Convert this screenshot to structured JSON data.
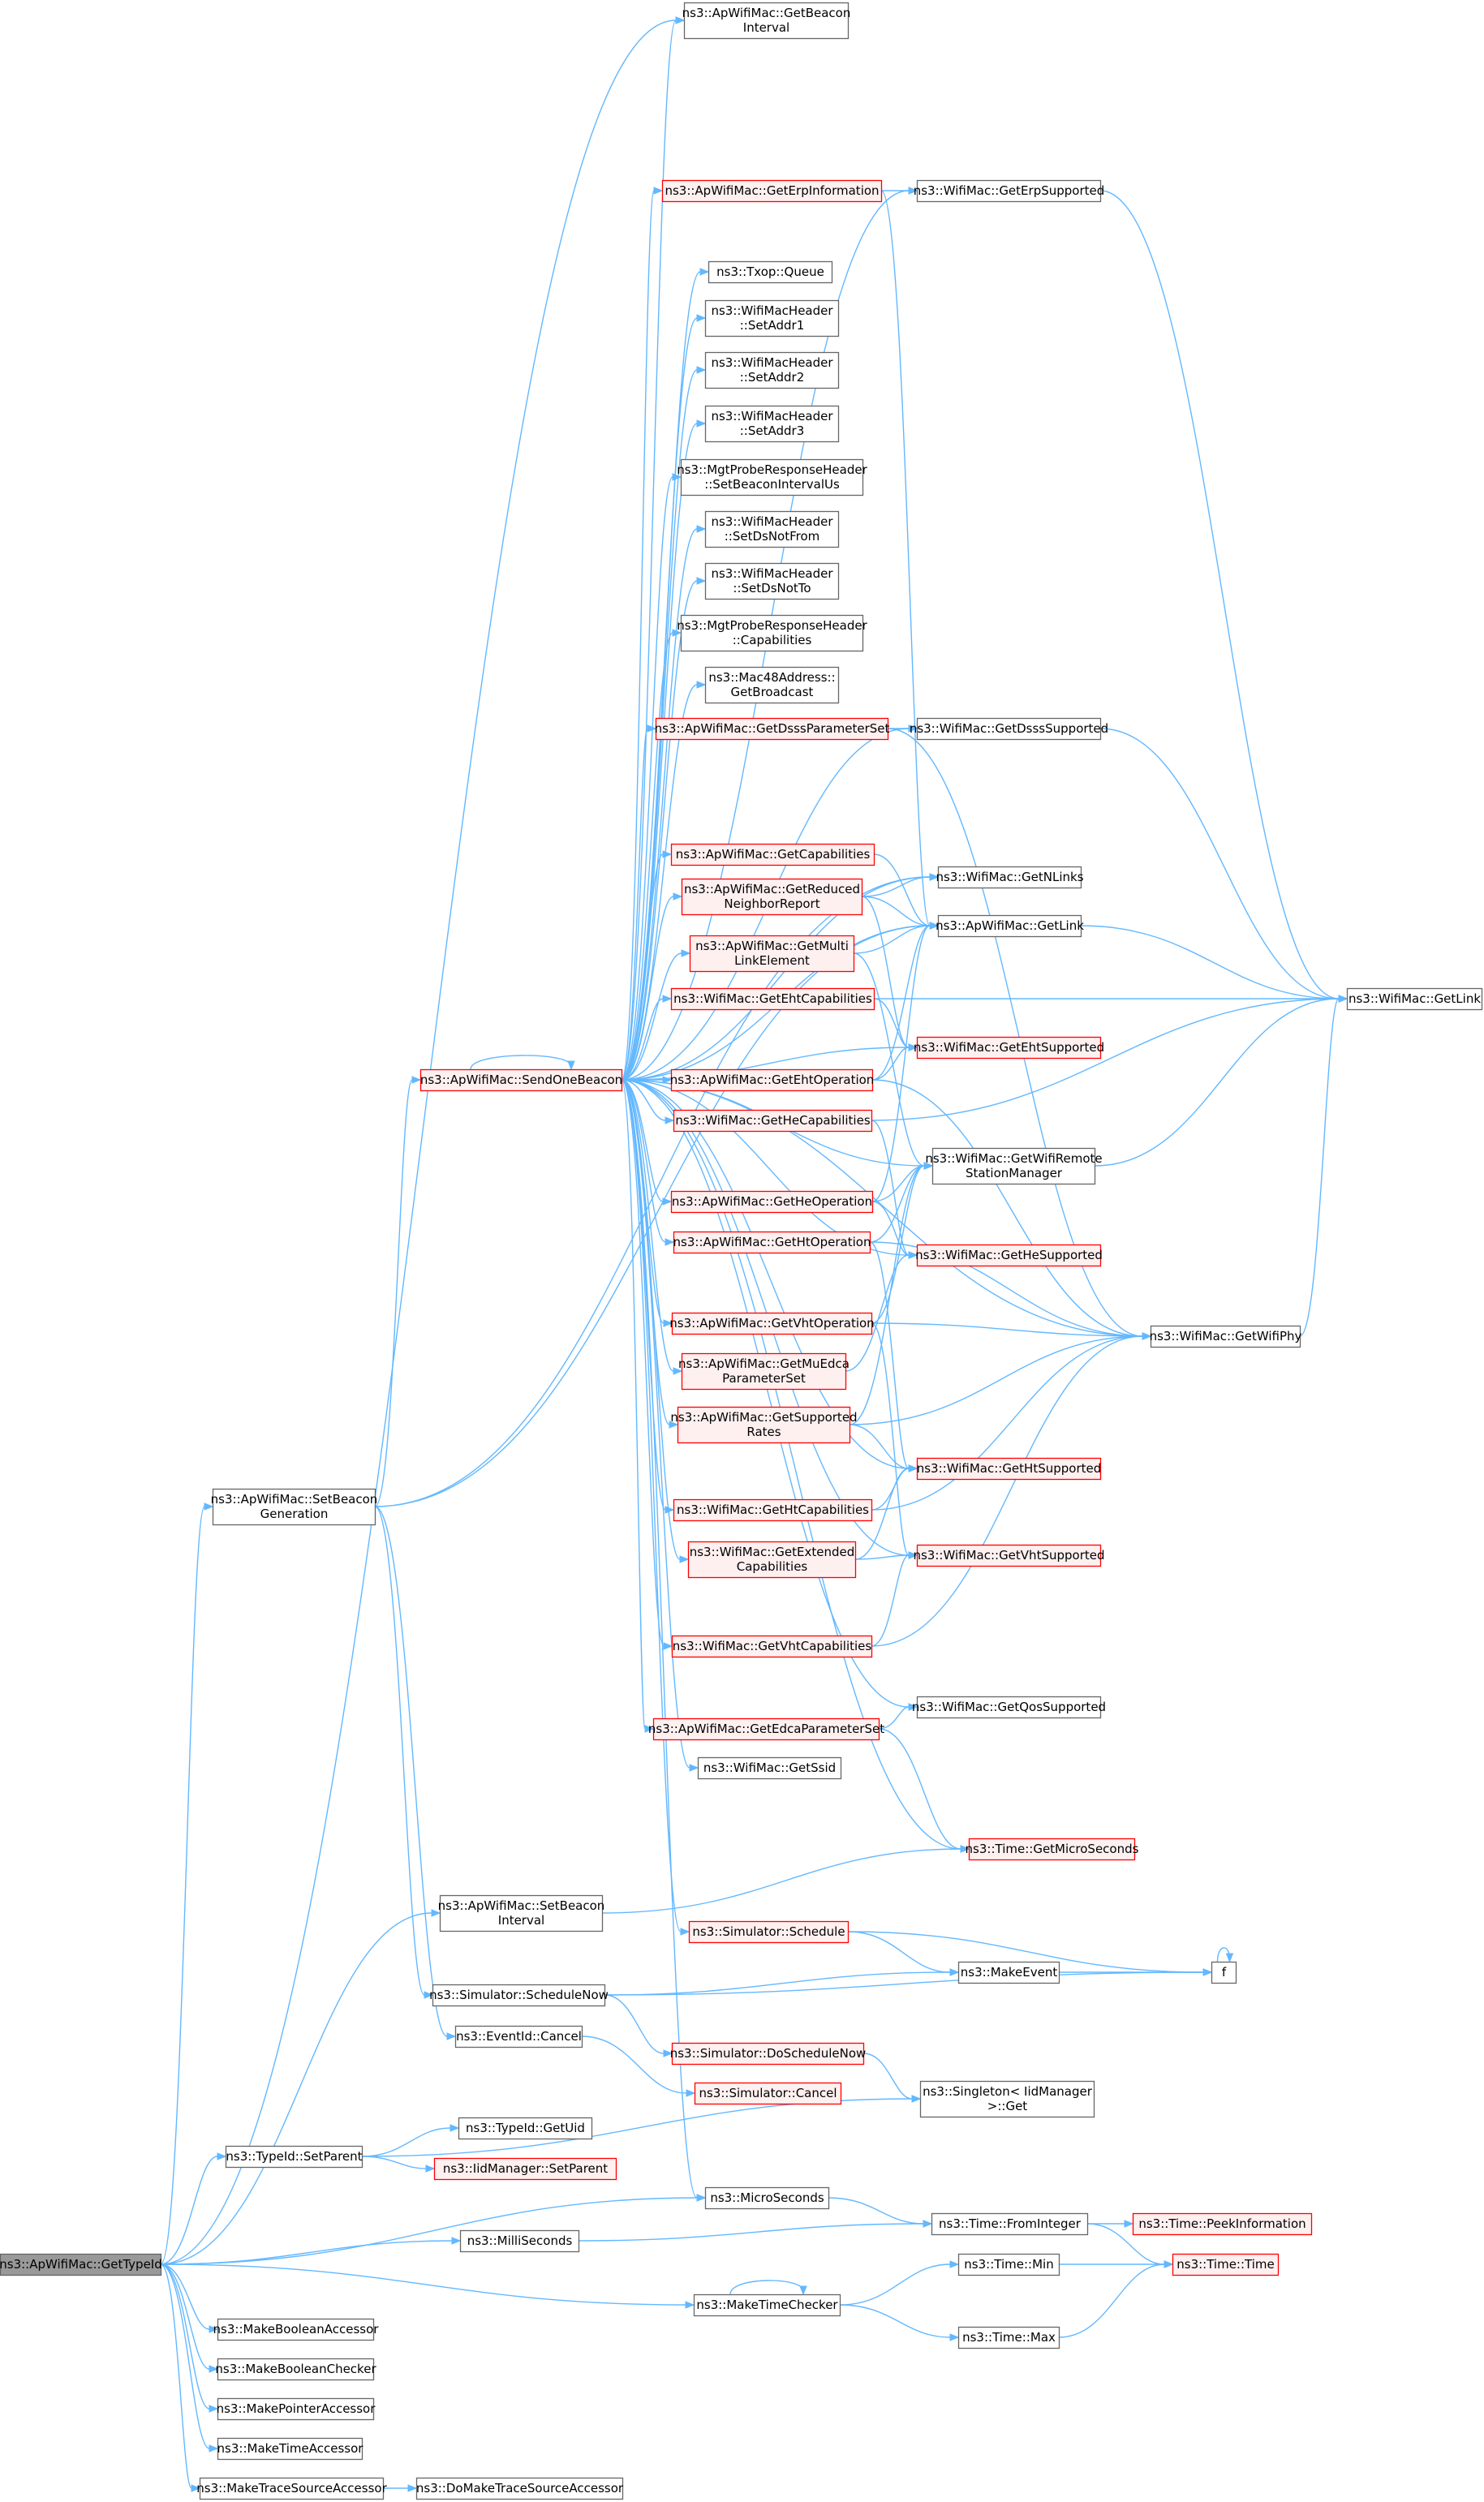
{
  "nodes": [
    {
      "id": "root",
      "lines": [
        "ns3::ApWifiMac::GetTypeId"
      ],
      "style": "root"
    },
    {
      "id": "getBeaconInterval",
      "lines": [
        "ns3::ApWifiMac::GetBeacon",
        "Interval"
      ],
      "style": "normal"
    },
    {
      "id": "getErpInfo",
      "lines": [
        "ns3::ApWifiMac::GetErpInformation"
      ],
      "style": "red"
    },
    {
      "id": "getErpSupported",
      "lines": [
        "ns3::WifiMac::GetErpSupported"
      ],
      "style": "normal"
    },
    {
      "id": "txopQueue",
      "lines": [
        "ns3::Txop::Queue"
      ],
      "style": "normal"
    },
    {
      "id": "setAddr1",
      "lines": [
        "ns3::WifiMacHeader",
        "::SetAddr1"
      ],
      "style": "normal"
    },
    {
      "id": "setAddr2",
      "lines": [
        "ns3::WifiMacHeader",
        "::SetAddr2"
      ],
      "style": "normal"
    },
    {
      "id": "setAddr3",
      "lines": [
        "ns3::WifiMacHeader",
        "::SetAddr3"
      ],
      "style": "normal"
    },
    {
      "id": "setBeaconIntervalUs",
      "lines": [
        "ns3::MgtProbeResponseHeader",
        "::SetBeaconIntervalUs"
      ],
      "style": "normal"
    },
    {
      "id": "setDsNotFrom",
      "lines": [
        "ns3::WifiMacHeader",
        "::SetDsNotFrom"
      ],
      "style": "normal"
    },
    {
      "id": "setDsNotTo",
      "lines": [
        "ns3::WifiMacHeader",
        "::SetDsNotTo"
      ],
      "style": "normal"
    },
    {
      "id": "capabilities",
      "lines": [
        "ns3::MgtProbeResponseHeader",
        "::Capabilities"
      ],
      "style": "normal"
    },
    {
      "id": "getBroadcast",
      "lines": [
        "ns3::Mac48Address::",
        "GetBroadcast"
      ],
      "style": "normal"
    },
    {
      "id": "getDsssParam",
      "lines": [
        "ns3::ApWifiMac::GetDsssParameterSet"
      ],
      "style": "red"
    },
    {
      "id": "getDsssSupported",
      "lines": [
        "ns3::WifiMac::GetDsssSupported"
      ],
      "style": "normal"
    },
    {
      "id": "getCapabilities",
      "lines": [
        "ns3::ApWifiMac::GetCapabilities"
      ],
      "style": "red"
    },
    {
      "id": "getNLinks",
      "lines": [
        "ns3::WifiMac::GetNLinks"
      ],
      "style": "normal"
    },
    {
      "id": "getReducedNR",
      "lines": [
        "ns3::ApWifiMac::GetReduced",
        "NeighborReport"
      ],
      "style": "red"
    },
    {
      "id": "apGetLink",
      "lines": [
        "ns3::ApWifiMac::GetLink"
      ],
      "style": "normal"
    },
    {
      "id": "getMultiLink",
      "lines": [
        "ns3::ApWifiMac::GetMulti",
        "LinkElement"
      ],
      "style": "red"
    },
    {
      "id": "getEhtCap",
      "lines": [
        "ns3::WifiMac::GetEhtCapabilities"
      ],
      "style": "red"
    },
    {
      "id": "wifiGetLink",
      "lines": [
        "ns3::WifiMac::GetLink"
      ],
      "style": "normal"
    },
    {
      "id": "getEhtSupported",
      "lines": [
        "ns3::WifiMac::GetEhtSupported"
      ],
      "style": "red"
    },
    {
      "id": "sendOneBeacon",
      "lines": [
        "ns3::ApWifiMac::SendOneBeacon"
      ],
      "style": "red"
    },
    {
      "id": "getEhtOp",
      "lines": [
        "ns3::ApWifiMac::GetEhtOperation"
      ],
      "style": "red"
    },
    {
      "id": "getHeCap",
      "lines": [
        "ns3::WifiMac::GetHeCapabilities"
      ],
      "style": "red"
    },
    {
      "id": "getWifiRSM",
      "lines": [
        "ns3::WifiMac::GetWifiRemote",
        "StationManager"
      ],
      "style": "normal"
    },
    {
      "id": "getHeOp",
      "lines": [
        "ns3::ApWifiMac::GetHeOperation"
      ],
      "style": "red"
    },
    {
      "id": "getHtOp",
      "lines": [
        "ns3::ApWifiMac::GetHtOperation"
      ],
      "style": "red"
    },
    {
      "id": "getHeSupported",
      "lines": [
        "ns3::WifiMac::GetHeSupported"
      ],
      "style": "red"
    },
    {
      "id": "getVhtOp",
      "lines": [
        "ns3::ApWifiMac::GetVhtOperation"
      ],
      "style": "red"
    },
    {
      "id": "getWifiPhy",
      "lines": [
        "ns3::WifiMac::GetWifiPhy"
      ],
      "style": "normal"
    },
    {
      "id": "getMuEdca",
      "lines": [
        "ns3::ApWifiMac::GetMuEdca",
        "ParameterSet"
      ],
      "style": "red"
    },
    {
      "id": "getSupportedRates",
      "lines": [
        "ns3::ApWifiMac::GetSupported",
        "Rates"
      ],
      "style": "red"
    },
    {
      "id": "setBeaconGen",
      "lines": [
        "ns3::ApWifiMac::SetBeacon",
        "Generation"
      ],
      "style": "normal"
    },
    {
      "id": "getHtSupported",
      "lines": [
        "ns3::WifiMac::GetHtSupported"
      ],
      "style": "red"
    },
    {
      "id": "getHtCap",
      "lines": [
        "ns3::WifiMac::GetHtCapabilities"
      ],
      "style": "red"
    },
    {
      "id": "getExtCap",
      "lines": [
        "ns3::WifiMac::GetExtended",
        "Capabilities"
      ],
      "style": "red"
    },
    {
      "id": "getVhtSupported",
      "lines": [
        "ns3::WifiMac::GetVhtSupported"
      ],
      "style": "red"
    },
    {
      "id": "getVhtCap",
      "lines": [
        "ns3::WifiMac::GetVhtCapabilities"
      ],
      "style": "red"
    },
    {
      "id": "getQosSupported",
      "lines": [
        "ns3::WifiMac::GetQosSupported"
      ],
      "style": "normal"
    },
    {
      "id": "getEdcaParam",
      "lines": [
        "ns3::ApWifiMac::GetEdcaParameterSet"
      ],
      "style": "red"
    },
    {
      "id": "getSsid",
      "lines": [
        "ns3::WifiMac::GetSsid"
      ],
      "style": "normal"
    },
    {
      "id": "getMicroSeconds",
      "lines": [
        "ns3::Time::GetMicroSeconds"
      ],
      "style": "red"
    },
    {
      "id": "setBeaconInterval",
      "lines": [
        "ns3::ApWifiMac::SetBeacon",
        "Interval"
      ],
      "style": "normal"
    },
    {
      "id": "simSchedule",
      "lines": [
        "ns3::Simulator::Schedule"
      ],
      "style": "red"
    },
    {
      "id": "makeEvent",
      "lines": [
        "ns3::MakeEvent"
      ],
      "style": "normal"
    },
    {
      "id": "f",
      "lines": [
        "f"
      ],
      "style": "normal"
    },
    {
      "id": "simScheduleNow",
      "lines": [
        "ns3::Simulator::ScheduleNow"
      ],
      "style": "normal"
    },
    {
      "id": "simDoScheduleNow",
      "lines": [
        "ns3::Simulator::DoScheduleNow"
      ],
      "style": "red"
    },
    {
      "id": "eventCancel",
      "lines": [
        "ns3::EventId::Cancel"
      ],
      "style": "normal"
    },
    {
      "id": "singletonGet",
      "lines": [
        "ns3::Singleton< IidManager",
        ">::Get"
      ],
      "style": "normal"
    },
    {
      "id": "simCancel",
      "lines": [
        "ns3::Simulator::Cancel"
      ],
      "style": "red"
    },
    {
      "id": "typeIdGetUid",
      "lines": [
        "ns3::TypeId::GetUid"
      ],
      "style": "normal"
    },
    {
      "id": "typeIdSetParent",
      "lines": [
        "ns3::TypeId::SetParent"
      ],
      "style": "normal"
    },
    {
      "id": "iidSetParent",
      "lines": [
        "ns3::IidManager::SetParent"
      ],
      "style": "red"
    },
    {
      "id": "microSeconds",
      "lines": [
        "ns3::MicroSeconds"
      ],
      "style": "normal"
    },
    {
      "id": "fromInteger",
      "lines": [
        "ns3::Time::FromInteger"
      ],
      "style": "normal"
    },
    {
      "id": "peekInfo",
      "lines": [
        "ns3::Time::PeekInformation"
      ],
      "style": "red"
    },
    {
      "id": "milliSeconds",
      "lines": [
        "ns3::MilliSeconds"
      ],
      "style": "normal"
    },
    {
      "id": "timeMin",
      "lines": [
        "ns3::Time::Min"
      ],
      "style": "normal"
    },
    {
      "id": "timeTime",
      "lines": [
        "ns3::Time::Time"
      ],
      "style": "red"
    },
    {
      "id": "makeTimeChecker",
      "lines": [
        "ns3::MakeTimeChecker"
      ],
      "style": "normal"
    },
    {
      "id": "timeMax",
      "lines": [
        "ns3::Time::Max"
      ],
      "style": "normal"
    },
    {
      "id": "makeBoolAcc",
      "lines": [
        "ns3::MakeBooleanAccessor"
      ],
      "style": "normal"
    },
    {
      "id": "makeBoolChk",
      "lines": [
        "ns3::MakeBooleanChecker"
      ],
      "style": "normal"
    },
    {
      "id": "makePtrAcc",
      "lines": [
        "ns3::MakePointerAccessor"
      ],
      "style": "normal"
    },
    {
      "id": "makeTimeAcc",
      "lines": [
        "ns3::MakeTimeAccessor"
      ],
      "style": "normal"
    },
    {
      "id": "makeTraceAcc",
      "lines": [
        "ns3::MakeTraceSourceAccessor"
      ],
      "style": "normal"
    },
    {
      "id": "doMakeTraceAcc",
      "lines": [
        "ns3::DoMakeTraceSourceAccessor"
      ],
      "style": "normal"
    }
  ],
  "edges": [
    [
      "root",
      "getBeaconInterval"
    ],
    [
      "root",
      "setBeaconGen"
    ],
    [
      "root",
      "setBeaconInterval"
    ],
    [
      "root",
      "typeIdSetParent"
    ],
    [
      "root",
      "microSeconds"
    ],
    [
      "root",
      "milliSeconds"
    ],
    [
      "root",
      "makeTimeChecker"
    ],
    [
      "root",
      "makeBoolAcc"
    ],
    [
      "root",
      "makeBoolChk"
    ],
    [
      "root",
      "makePtrAcc"
    ],
    [
      "root",
      "makeTimeAcc"
    ],
    [
      "root",
      "makeTraceAcc"
    ],
    [
      "setBeaconGen",
      "sendOneBeacon"
    ],
    [
      "setBeaconGen",
      "simScheduleNow"
    ],
    [
      "setBeaconGen",
      "eventCancel"
    ],
    [
      "setBeaconGen",
      "getNLinks"
    ],
    [
      "setBeaconGen",
      "apGetLink"
    ],
    [
      "sendOneBeacon",
      "sendOneBeacon"
    ],
    [
      "sendOneBeacon",
      "getBeaconInterval"
    ],
    [
      "sendOneBeacon",
      "getErpInfo"
    ],
    [
      "sendOneBeacon",
      "getErpSupported"
    ],
    [
      "sendOneBeacon",
      "txopQueue"
    ],
    [
      "sendOneBeacon",
      "setAddr1"
    ],
    [
      "sendOneBeacon",
      "setAddr2"
    ],
    [
      "sendOneBeacon",
      "setAddr3"
    ],
    [
      "sendOneBeacon",
      "setBeaconIntervalUs"
    ],
    [
      "sendOneBeacon",
      "setDsNotFrom"
    ],
    [
      "sendOneBeacon",
      "setDsNotTo"
    ],
    [
      "sendOneBeacon",
      "capabilities"
    ],
    [
      "sendOneBeacon",
      "getBroadcast"
    ],
    [
      "sendOneBeacon",
      "getDsssParam"
    ],
    [
      "sendOneBeacon",
      "getDsssSupported"
    ],
    [
      "sendOneBeacon",
      "getCapabilities"
    ],
    [
      "sendOneBeacon",
      "getNLinks"
    ],
    [
      "sendOneBeacon",
      "getReducedNR"
    ],
    [
      "sendOneBeacon",
      "apGetLink"
    ],
    [
      "sendOneBeacon",
      "getMultiLink"
    ],
    [
      "sendOneBeacon",
      "getEhtCap"
    ],
    [
      "sendOneBeacon",
      "getEhtSupported"
    ],
    [
      "sendOneBeacon",
      "getEhtOp"
    ],
    [
      "sendOneBeacon",
      "getHeCap"
    ],
    [
      "sendOneBeacon",
      "getWifiRSM"
    ],
    [
      "sendOneBeacon",
      "getHeOp"
    ],
    [
      "sendOneBeacon",
      "getHtOp"
    ],
    [
      "sendOneBeacon",
      "getHeSupported"
    ],
    [
      "sendOneBeacon",
      "getVhtOp"
    ],
    [
      "sendOneBeacon",
      "getMuEdca"
    ],
    [
      "sendOneBeacon",
      "getSupportedRates"
    ],
    [
      "sendOneBeacon",
      "getHtSupported"
    ],
    [
      "sendOneBeacon",
      "getHtCap"
    ],
    [
      "sendOneBeacon",
      "getExtCap"
    ],
    [
      "sendOneBeacon",
      "getVhtSupported"
    ],
    [
      "sendOneBeacon",
      "getVhtCap"
    ],
    [
      "sendOneBeacon",
      "getQosSupported"
    ],
    [
      "sendOneBeacon",
      "getEdcaParam"
    ],
    [
      "sendOneBeacon",
      "getSsid"
    ],
    [
      "sendOneBeacon",
      "getWifiPhy"
    ],
    [
      "sendOneBeacon",
      "getMicroSeconds"
    ],
    [
      "sendOneBeacon",
      "simSchedule"
    ],
    [
      "sendOneBeacon",
      "microSeconds"
    ],
    [
      "getErpInfo",
      "getErpSupported"
    ],
    [
      "getErpInfo",
      "apGetLink"
    ],
    [
      "getErpSupported",
      "wifiGetLink"
    ],
    [
      "getDsssParam",
      "getDsssSupported"
    ],
    [
      "getDsssParam",
      "getWifiPhy"
    ],
    [
      "getDsssSupported",
      "wifiGetLink"
    ],
    [
      "getCapabilities",
      "apGetLink"
    ],
    [
      "getReducedNR",
      "getNLinks"
    ],
    [
      "getReducedNR",
      "apGetLink"
    ],
    [
      "getReducedNR",
      "getEhtSupported"
    ],
    [
      "getMultiLink",
      "apGetLink"
    ],
    [
      "getMultiLink",
      "getWifiRSM"
    ],
    [
      "getEhtCap",
      "wifiGetLink"
    ],
    [
      "getEhtCap",
      "getEhtSupported"
    ],
    [
      "apGetLink",
      "wifiGetLink"
    ],
    [
      "getEhtOp",
      "getEhtSupported"
    ],
    [
      "getEhtOp",
      "apGetLink"
    ],
    [
      "getEhtOp",
      "getWifiPhy"
    ],
    [
      "getHeCap",
      "wifiGetLink"
    ],
    [
      "getHeCap",
      "getHeSupported"
    ],
    [
      "getWifiRSM",
      "wifiGetLink"
    ],
    [
      "getHeOp",
      "getWifiRSM"
    ],
    [
      "getHeOp",
      "getHeSupported"
    ],
    [
      "getHeOp",
      "apGetLink"
    ],
    [
      "getHtOp",
      "getWifiRSM"
    ],
    [
      "getHtOp",
      "getWifiPhy"
    ],
    [
      "getHtOp",
      "getHtSupported"
    ],
    [
      "getVhtOp",
      "getWifiRSM"
    ],
    [
      "getVhtOp",
      "getWifiPhy"
    ],
    [
      "getVhtOp",
      "getVhtSupported"
    ],
    [
      "getMuEdca",
      "getHeSupported"
    ],
    [
      "getSupportedRates",
      "getWifiPhy"
    ],
    [
      "getSupportedRates",
      "getHtSupported"
    ],
    [
      "getSupportedRates",
      "getWifiRSM"
    ],
    [
      "getWifiPhy",
      "wifiGetLink"
    ],
    [
      "getHtCap",
      "getHtSupported"
    ],
    [
      "getHtCap",
      "getWifiPhy"
    ],
    [
      "getExtCap",
      "getVhtSupported"
    ],
    [
      "getExtCap",
      "getHtSupported"
    ],
    [
      "getVhtCap",
      "getVhtSupported"
    ],
    [
      "getVhtCap",
      "getWifiPhy"
    ],
    [
      "getEdcaParam",
      "getQosSupported"
    ],
    [
      "getEdcaParam",
      "getMicroSeconds"
    ],
    [
      "setBeaconInterval",
      "getMicroSeconds"
    ],
    [
      "simSchedule",
      "makeEvent"
    ],
    [
      "simSchedule",
      "f"
    ],
    [
      "makeEvent",
      "f"
    ],
    [
      "f",
      "f"
    ],
    [
      "simScheduleNow",
      "makeEvent"
    ],
    [
      "simScheduleNow",
      "simDoScheduleNow"
    ],
    [
      "simScheduleNow",
      "f"
    ],
    [
      "simDoScheduleNow",
      "singletonGet"
    ],
    [
      "eventCancel",
      "simCancel"
    ],
    [
      "typeIdSetParent",
      "typeIdGetUid"
    ],
    [
      "typeIdSetParent",
      "iidSetParent"
    ],
    [
      "typeIdSetParent",
      "singletonGet"
    ],
    [
      "microSeconds",
      "fromInteger"
    ],
    [
      "milliSeconds",
      "fromInteger"
    ],
    [
      "fromInteger",
      "peekInfo"
    ],
    [
      "fromInteger",
      "timeTime"
    ],
    [
      "makeTimeChecker",
      "makeTimeChecker"
    ],
    [
      "makeTimeChecker",
      "timeMin"
    ],
    [
      "makeTimeChecker",
      "timeMax"
    ],
    [
      "timeMin",
      "timeTime"
    ],
    [
      "timeMax",
      "timeTime"
    ],
    [
      "makeTraceAcc",
      "doMakeTraceAcc"
    ]
  ],
  "colors": {
    "edge": "#63b8ff",
    "normal_border": "#666666",
    "red_border": "#ff0000",
    "red_fill": "#fff0f0",
    "root_fill": "#999999"
  }
}
